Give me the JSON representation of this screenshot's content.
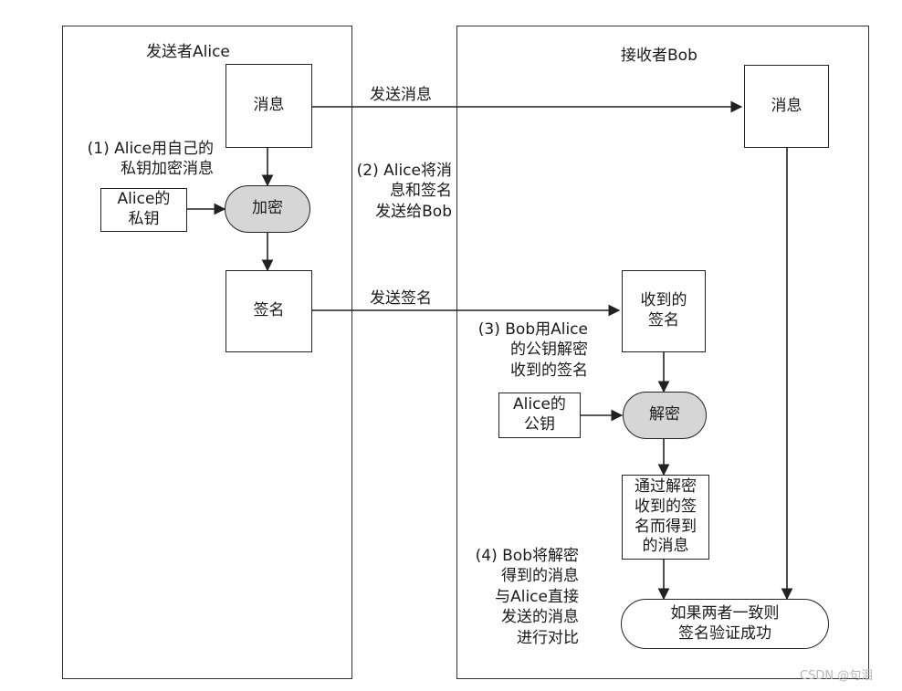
{
  "sender": {
    "title": "发送者Alice"
  },
  "receiver": {
    "title": "接收者Bob"
  },
  "nodes": {
    "alice_message": "消息",
    "alice_private_key": "Alice的\n私钥",
    "encrypt": "加密",
    "signature": "签名",
    "bob_message": "消息",
    "received_signature": "收到的\n签名",
    "alice_public_key": "Alice的\n公钥",
    "decrypt": "解密",
    "decrypted_message": "通过解密\n收到的签\n名而得到\n的消息",
    "result": "如果两者一致则\n签名验证成功"
  },
  "arrows": {
    "send_message": "发送消息",
    "send_signature": "发送签名"
  },
  "steps": {
    "step1": "(1) Alice用自己的\n私钥加密消息",
    "step2": "(2) Alice将消\n息和签名\n发送给Bob",
    "step3": "(3) Bob用Alice\n的公钥解密\n收到的签名",
    "step4": "(4) Bob将解密\n得到的消息\n与Alice直接\n发送的消息\n进行对比"
  },
  "watermark": "CSDN @句泪"
}
